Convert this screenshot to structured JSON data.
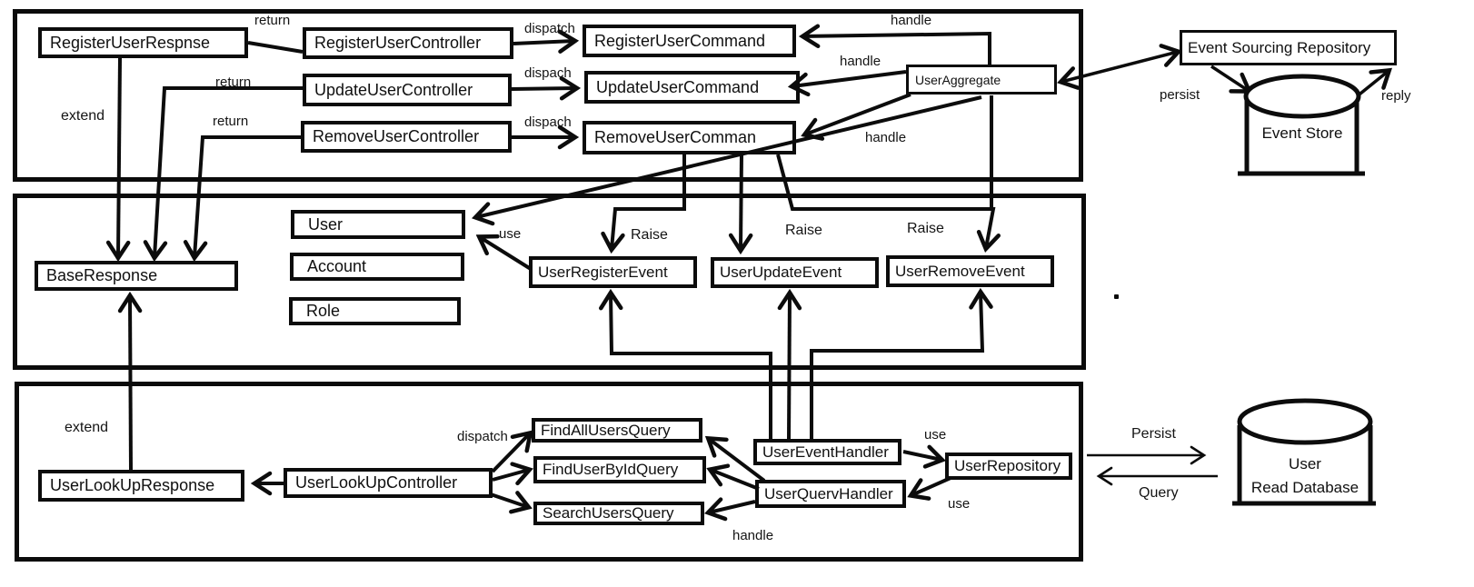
{
  "diagram": {
    "boxes": {
      "registerUserResponse": "RegisterUserRespnse",
      "registerUserController": "RegisterUserController",
      "registerUserCommand": "RegisterUserCommand",
      "updateUserController": "UpdateUserController",
      "updateUserCommand": "UpdateUserCommand",
      "removeUserController": "RemoveUserController",
      "removeUserCommand": "RemoveUserComman",
      "userAggregate": "UserAggregate",
      "eventSourcingRepository": "Event Sourcing Repository",
      "baseResponse": "BaseResponse",
      "user": "User",
      "account": "Account",
      "role": "Role",
      "userRegisterEvent": "UserRegisterEvent",
      "userUpdateEvent": "UserUpdateEvent",
      "userRemoveEvent": "UserRemoveEvent",
      "userLookUpResponse": "UserLookUpResponse",
      "userLookUpController": "UserLookUpController",
      "findAllUsersQuery": "FindAllUsersQuery",
      "findUserByIdQuery": "FindUserByIdQuery",
      "searchUsersQuery": "SearchUsersQuery",
      "userEventHandler": "UserEventHandler",
      "userQueryHandler": "UserQuervHandler",
      "userRepository": "UserRepository"
    },
    "cylinders": {
      "eventStore": "Event Store",
      "userReadDbLine1": "User",
      "userReadDbLine2": "Read Database"
    },
    "labels": {
      "return1": "return",
      "return2": "return",
      "return3": "return",
      "dispatch1": "dispatch",
      "dispatch2": "dispach",
      "dispatch3": "dispach",
      "handleRegister": "handle",
      "handleUpdate": "handle",
      "handleRemove": "handle",
      "extendTop": "extend",
      "extendBottom": "extend",
      "useAggregate": "use",
      "useEventHandler": "use",
      "useQueryHandler": "use",
      "raise1": "Raise",
      "raise2": "Raise",
      "raise3": "Raise",
      "persist": "persist",
      "reply": "reply",
      "persistDb": "Persist",
      "queryDb": "Query",
      "dispatchQuery": "dispatch",
      "handleQuery": "handle"
    }
  }
}
